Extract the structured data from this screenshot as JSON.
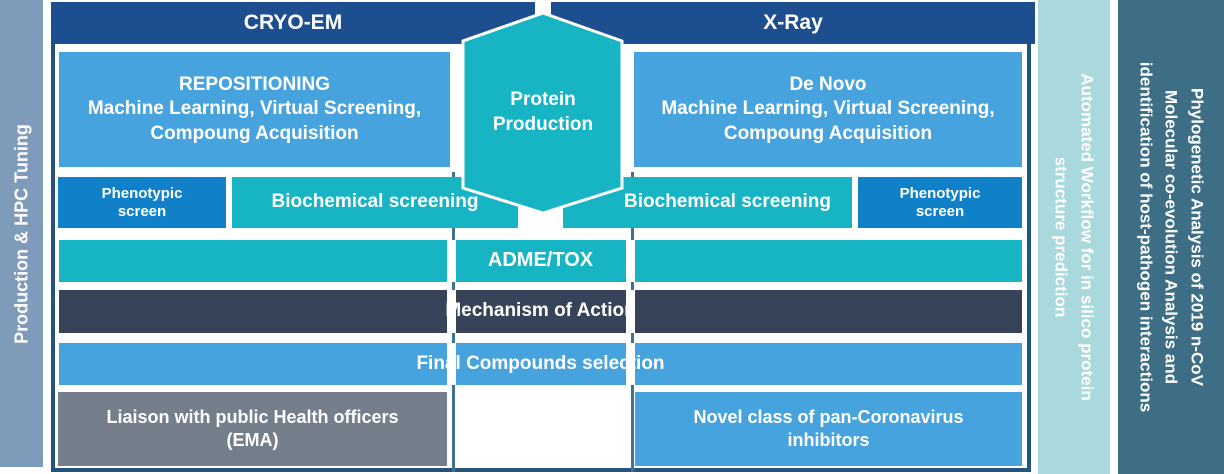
{
  "colors": {
    "header_navy": "#1d4e90",
    "panel_border": "#24537e",
    "light_blue": "#47a3de",
    "mid_blue": "#1081c8",
    "teal": "#17b4c4",
    "dark_slate": "#364358",
    "gray": "#757e8b",
    "steel_blue": "#7f9bba",
    "pale_teal": "#a9d9dd",
    "dark_teal": "#3e6e86",
    "divider_line": "#3f7190"
  },
  "left_sidebar": {
    "label": "Production & HPC Tuning"
  },
  "headers": {
    "cryo_em": "CRYO-EM",
    "x_ray": "X-Ray"
  },
  "hexagon": {
    "line1": "Protein",
    "line2": "Production"
  },
  "cryo_em_branch": {
    "strategy": {
      "line1": "REPOSITIONING",
      "line2": "Machine Learning, Virtual Screening,",
      "line3": "Compoung Acquisition"
    },
    "phenotypic": {
      "line1": "Phenotypic",
      "line2": "screen"
    },
    "biochemical": "Biochemical screening"
  },
  "x_ray_branch": {
    "strategy": {
      "line1": "De Novo",
      "line2": "Machine Learning, Virtual Screening,",
      "line3": "Compoung Acquisition"
    },
    "biochemical": "Biochemical screening",
    "phenotypic": {
      "line1": "Phenotypic",
      "line2": "screen"
    }
  },
  "shared_steps": {
    "adme_tox": "ADME/TOX",
    "mechanism": "Mechanism of Action",
    "final_selection": "Final Compounds selection"
  },
  "outcomes": {
    "left": {
      "line1": "Liaison with public Health officers",
      "line2": "(EMA)"
    },
    "right": {
      "line1": "Novel class of pan-Coronavirus",
      "line2": "inhibitors"
    }
  },
  "right_sidebars": {
    "automation": {
      "line1": "Automated Workflow for in silico protein",
      "line2": "structure prediction"
    },
    "phylogenetics": {
      "line1": "Phylogenetic Analysis of 2019 n-CoV",
      "line2": "Molecular co-evolution Analysis and",
      "line3": "identification of host-pathogen interactions"
    }
  }
}
